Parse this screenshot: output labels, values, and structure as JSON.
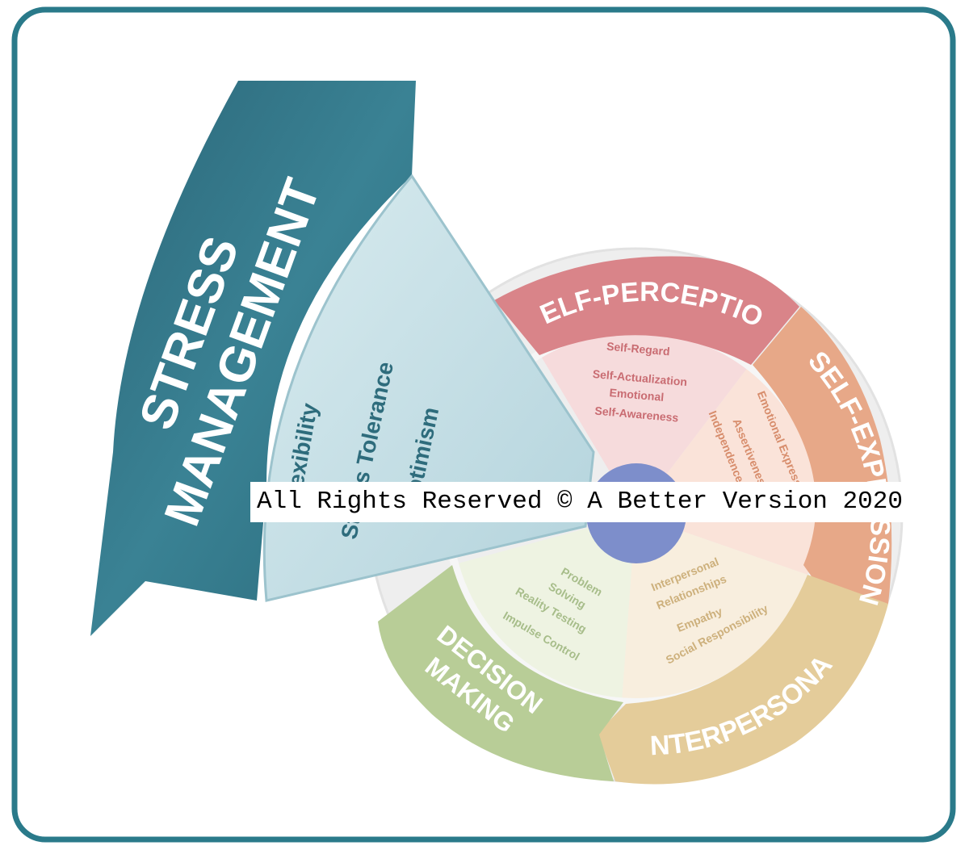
{
  "stress_management": {
    "title_lines": [
      "STRESS",
      "MANAGEMENT"
    ],
    "items": [
      "Flexibility",
      "Stress Tolerance",
      "Optimism"
    ]
  },
  "segments": [
    {
      "id": "self-perception",
      "title": "SELF-PERCEPTION",
      "title_lines": [
        "SELF-PERCEPTION"
      ],
      "items": [
        "Self-Regard",
        "Self-Actualization",
        "Emotional",
        "Self-Awareness"
      ]
    },
    {
      "id": "self-expression",
      "title": "SELF-EXPRESSION",
      "title_lines": [
        "SELF-EXPRESSION"
      ],
      "items": [
        "Emotional Expression",
        "Assertiveness",
        "Independence"
      ]
    },
    {
      "id": "interpersonal",
      "title": "INTERPERSONAL",
      "title_lines": [
        "INTERPERSONAL"
      ],
      "items": [
        "Interpersonal",
        "Relationships",
        "Empathy",
        "Social Responsibility"
      ]
    },
    {
      "id": "decision-making",
      "title": "DECISION MAKING",
      "title_lines": [
        "DECISION",
        "MAKING"
      ],
      "items": [
        "Problem",
        "Solving",
        "Reality Testing",
        "Impulse Control"
      ]
    }
  ],
  "watermark": "All Rights Reserved © A Better Version 2020",
  "colors": {
    "frame": "#2a7a8a",
    "stress_band": "#2f7283",
    "stress_inner": "#c5dfe6",
    "self_perception": "#d98489",
    "self_expression": "#e7a888",
    "interpersonal": "#e4cc9a",
    "decision_making": "#b8cd97",
    "center_dot": "#7d8ecb"
  }
}
